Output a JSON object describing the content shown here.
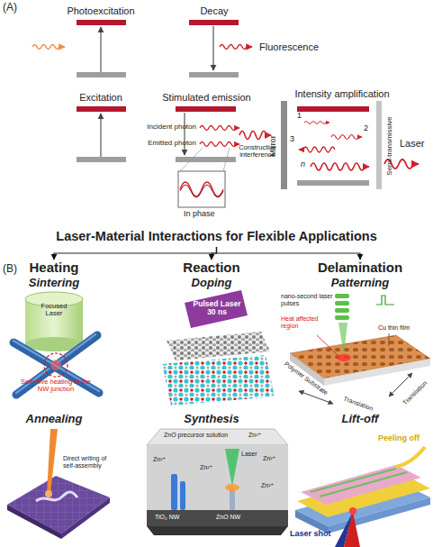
{
  "diagram": {
    "nodes": [
      {
        "text": [
          "Laser-Material Interactions for Flexible Applications"
        ]
      },
      {
        "text": [
          "Heating"
        ]
      },
      {
        "text": [
          "Reaction"
        ]
      },
      {
        "text": [
          "Delamination"
        ]
      }
    ],
    "edges": [
      {
        "from": 0,
        "to": 1,
        "arrow": "to"
      },
      {
        "from": 0,
        "to": 2,
        "arrow": "to"
      },
      {
        "from": 0,
        "to": 3,
        "arrow": "to"
      }
    ],
    "labels": [
      "(A)",
      "Photoexcitation",
      "Decay",
      "Fluorescence",
      "Excitation",
      "Stimulated emission",
      "Intensity amplification",
      "Incident photon",
      "Emitted photon",
      "Constructive interference",
      "In phase",
      "Mirror",
      "1",
      "2",
      "3",
      "n",
      "Semi-transmissive",
      "Laser",
      "(B)",
      "Sintering",
      "Focused Laser",
      "Selective heating at the NW junction",
      "Doping",
      "Pulsed Laser 30 ns",
      "Patterning",
      "nano-second laser pulses",
      "Heat affected region",
      "Cu thin film",
      "Polymer Substrate",
      "Translation",
      "Translation",
      "Annealing",
      "Direct writing of self-assembly",
      "Synthesis",
      "ZnO precursor solution",
      "Zn²⁺",
      "Zn²⁺",
      "Zn²⁺",
      "Zn²⁺",
      "Zn²⁺",
      "Laser",
      "TiO₂ NW",
      "ZnO NW",
      "Lift-off",
      "Peeling off",
      "Laser shot"
    ]
  }
}
